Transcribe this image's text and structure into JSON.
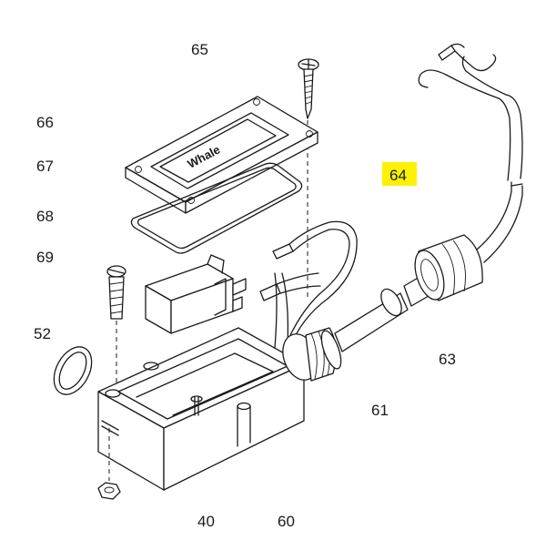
{
  "diagram": {
    "callouts": [
      {
        "id": "65",
        "label": "65"
      },
      {
        "id": "66",
        "label": "66"
      },
      {
        "id": "67",
        "label": "67"
      },
      {
        "id": "68",
        "label": "68"
      },
      {
        "id": "69",
        "label": "69"
      },
      {
        "id": "52",
        "label": "52"
      },
      {
        "id": "64",
        "label": "64",
        "highlighted": true
      },
      {
        "id": "63",
        "label": "63"
      },
      {
        "id": "61",
        "label": "61"
      },
      {
        "id": "40",
        "label": "40"
      },
      {
        "id": "60",
        "label": "60"
      }
    ],
    "cover_brand_text": "Whale",
    "highlight_color": "#fff200",
    "line_color": "#1a1a1a"
  }
}
